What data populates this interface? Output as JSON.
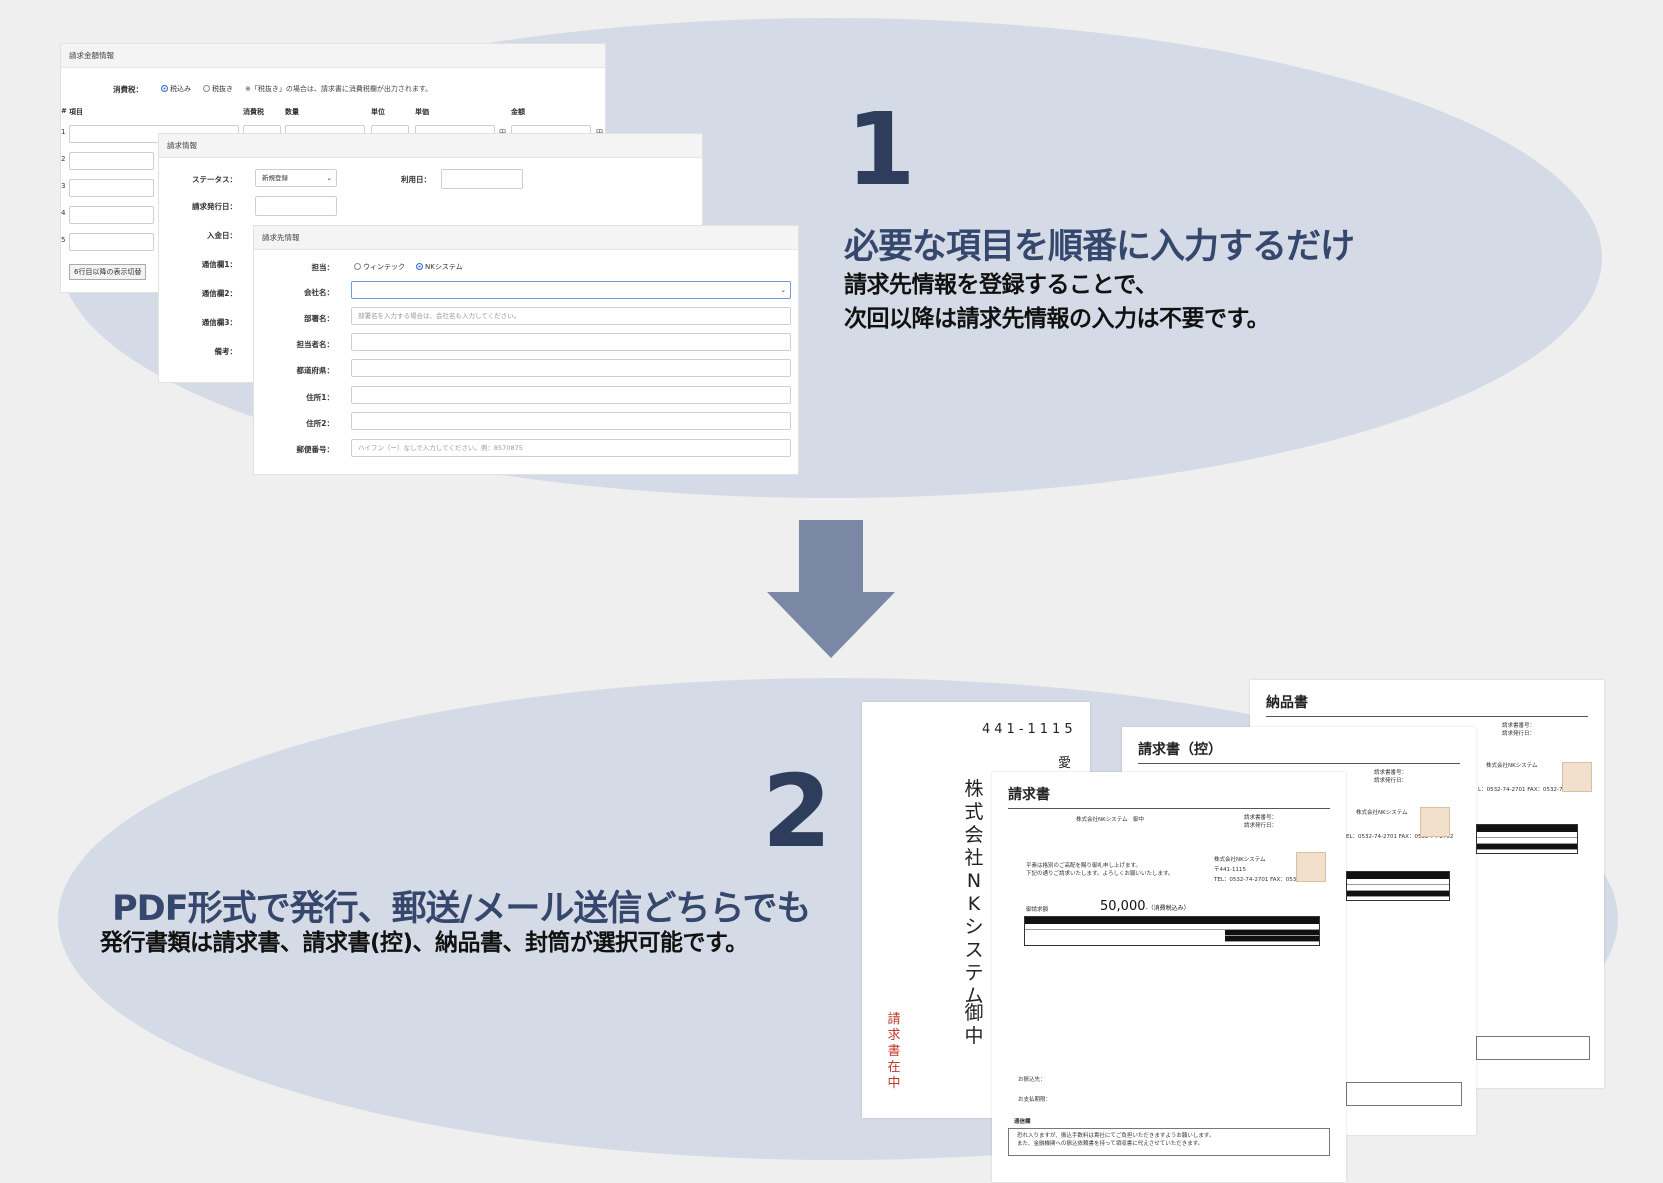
{
  "step1": {
    "number": "1",
    "title": "必要な項目を順番に入力するだけ",
    "desc_line1": "請求先情報を登録することで、",
    "desc_line2": "次回以降は請求先情報の入力は不要です。"
  },
  "step2": {
    "number": "2",
    "title": "PDF形式で発行、郵送/メール送信どちらでも",
    "desc": "発行書類は請求書、請求書(控)、納品書、封筒が選択可能です。"
  },
  "amount_panel": {
    "header": "請求金額情報",
    "tax_label": "消費税：",
    "tax_in": "税込み",
    "tax_out": "税抜き",
    "tax_note": "※「税抜き」の場合は、請求書に消費税欄が出力されます。",
    "columns": [
      "#",
      "項目",
      "消費税",
      "数量",
      "単位",
      "単価",
      "金額"
    ],
    "rows": [
      "1",
      "2",
      "3",
      "4",
      "5"
    ],
    "yen": "円",
    "more_button": "6行目以降の表示切替"
  },
  "invoice_panel": {
    "header": "請求情報",
    "status_label": "ステータス：",
    "status_value": "新規登録",
    "use_date_label": "利用日：",
    "issue_date_label": "請求発行日：",
    "payment_date_label": "入金日：",
    "comm1_label": "通信欄1：",
    "comm2_label": "通信欄2：",
    "comm3_label": "通信欄3：",
    "remarks_label": "備考："
  },
  "client_panel": {
    "header": "請求先情報",
    "owner_label": "担当：",
    "owner_opt1": "ウィンテック",
    "owner_opt2": "NKシステム",
    "company_label": "会社名：",
    "dept_label": "部署名：",
    "dept_placeholder": "部署名を入力する場合は、会社名も入力してください。",
    "person_label": "担当者名：",
    "pref_label": "都道府県：",
    "addr1_label": "住所1：",
    "addr2_label": "住所2：",
    "zip_label": "郵便番号：",
    "zip_placeholder": "ハイフン（ー）なしで入力してください。例：8570875"
  },
  "documents": {
    "envelope": {
      "zip": "441-1115",
      "addr_char": "愛",
      "name": "株式会社NKシステム",
      "honorific": "御中",
      "enclosed": "請求書在中"
    },
    "delivery": {
      "title": "納品書",
      "no_label": "請求書番号：",
      "date_label": "請求発行日：",
      "company": "株式会社NKシステム",
      "tel": "L：0532-74-2701 FAX：0532-74-2702"
    },
    "copy": {
      "title": "請求書（控）",
      "no_label": "請求書番号：",
      "date_label": "請求発行日：",
      "company": "株式会社NKシステム",
      "tel": "EL：0532-74-2701 FAX：0532-74-2702"
    },
    "invoice": {
      "title": "請求書",
      "addressee": "株式会社NKシステム　御中",
      "no_label": "請求書番号：",
      "date_label": "請求発行日：",
      "greeting1": "平素は格別のご高配を賜り御礼申し上げます。",
      "greeting2": "下記の通りご請求いたします。よろしくお願いいたします。",
      "company": "株式会社NKシステム",
      "zip": "〒441-1115",
      "tel": "TEL：0532-74-2701 FAX：0532-74-2702",
      "amount_label": "御請求額",
      "amount": "50,000",
      "amount_suffix": "-（消費税込み）",
      "transfer_label": "お振込先：",
      "due_label": "お支払期限：",
      "comm_label": "通信欄",
      "comm1": "恐れ入りますが、振込手数料は貴社にてご負担いただきますようお願いします。",
      "comm2": "また、金融機関への振込依頼書を持って領収書に代えさせていただきます。"
    }
  }
}
